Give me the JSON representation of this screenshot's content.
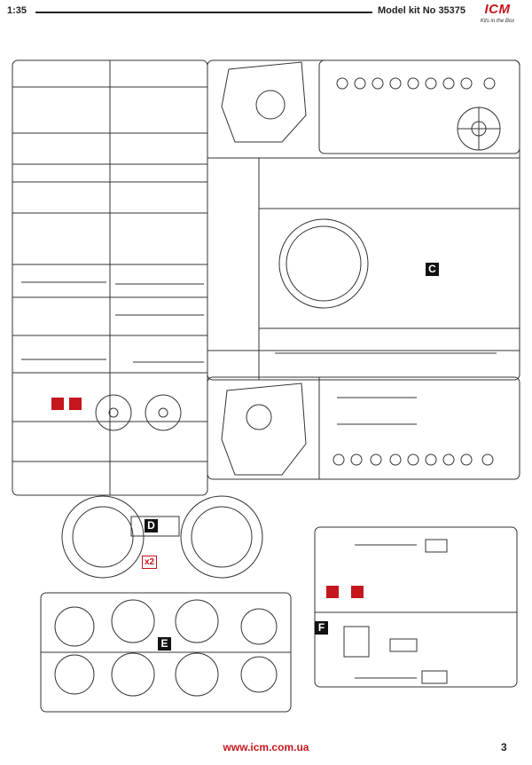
{
  "header": {
    "scale": "1:35",
    "kit": "Model kit No 35375"
  },
  "logo": {
    "name": "ICM",
    "tagline": "Kits in the Box",
    "brand_color": "#c4161c"
  },
  "sprues": {
    "c": {
      "letter": "C"
    },
    "d": {
      "letter": "D",
      "quantity": "x2"
    },
    "e": {
      "letter": "E"
    },
    "f": {
      "letter": "F"
    }
  },
  "footer": {
    "url": "www.icm.com.ua",
    "page": "3"
  },
  "highlight_color": "#c4161c"
}
